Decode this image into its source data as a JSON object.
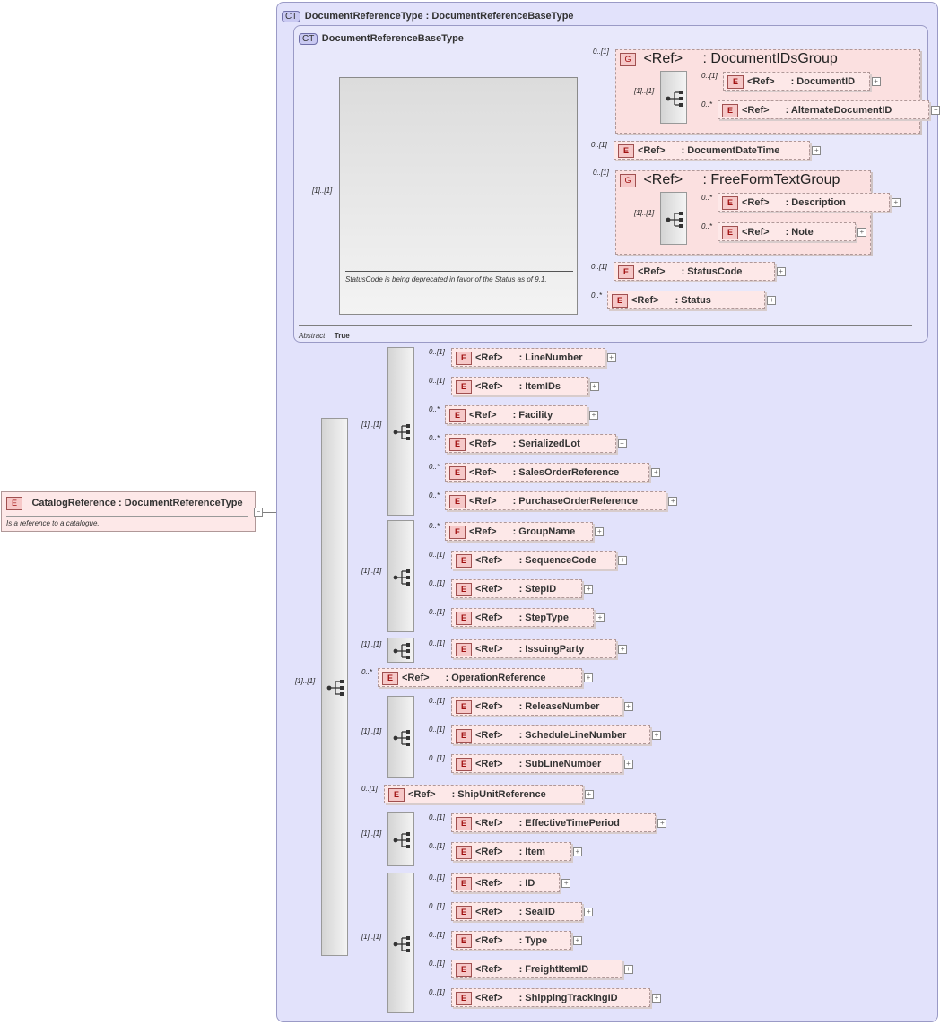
{
  "root": {
    "badge": "E",
    "title": "CatalogReference : DocumentReferenceType",
    "doc": "Is a reference to a catalogue.",
    "collapse": "−"
  },
  "outer_type": {
    "badge": "CT",
    "title": "DocumentReferenceType : DocumentReferenceBaseType"
  },
  "inner_type": {
    "badge": "CT",
    "title": "DocumentReferenceBaseType",
    "annotation": "StatusCode is being deprecated in favor of the Status as of 9.1.",
    "abstract_label": "Abstract",
    "abstract_value": "True"
  },
  "labels": {
    "ref": "<Ref>",
    "e": "E",
    "g": "G",
    "plus": "+"
  },
  "cardinalities": {
    "base_sequence": "[1]..[1]",
    "ext_sequence": "[1]..[1]",
    "doc_ids_group": "0..[1]",
    "doc_ids_seq": "[1]..[1]",
    "free_form_group": "0..[1]",
    "free_form_seq": "[1]..[1]"
  },
  "groups": [
    {
      "id": "docids",
      "name": ": DocumentIDsGroup"
    },
    {
      "id": "freeform",
      "name": ": FreeFormTextGroup"
    }
  ],
  "base_elements": [
    {
      "id": "DocumentID",
      "name": ": DocumentID",
      "card": "0..[1]"
    },
    {
      "id": "AlternateDocumentID",
      "name": ": AlternateDocumentID",
      "card": "0..*"
    },
    {
      "id": "DocumentDateTime",
      "name": ": DocumentDateTime",
      "card": "0..[1]"
    },
    {
      "id": "Description",
      "name": ": Description",
      "card": "0..*"
    },
    {
      "id": "Note",
      "name": ": Note",
      "card": "0..*"
    },
    {
      "id": "StatusCode",
      "name": ": StatusCode",
      "card": "0..[1]"
    },
    {
      "id": "Status",
      "name": ": Status",
      "card": "0..*"
    }
  ],
  "ext_sequences": [
    {
      "id": "s1",
      "card": "[1]..[1]"
    },
    {
      "id": "s2",
      "card": "[1]..[1]"
    },
    {
      "id": "s3",
      "card": "[1]..[1]"
    },
    {
      "id": "s4",
      "card": "[1]..[1]"
    },
    {
      "id": "s5",
      "card": "[1]..[1]"
    },
    {
      "id": "s6",
      "card": "[1]..[1]"
    }
  ],
  "ext_elements": [
    {
      "id": "LineNumber",
      "name": ": LineNumber",
      "card": "0..[1]"
    },
    {
      "id": "ItemIDs",
      "name": ": ItemIDs",
      "card": "0..[1]"
    },
    {
      "id": "Facility",
      "name": ": Facility",
      "card": "0..*"
    },
    {
      "id": "SerializedLot",
      "name": ": SerializedLot",
      "card": "0..*"
    },
    {
      "id": "SalesOrderReference",
      "name": ": SalesOrderReference",
      "card": "0..*"
    },
    {
      "id": "PurchaseOrderReference",
      "name": ": PurchaseOrderReference",
      "card": "0..*"
    },
    {
      "id": "GroupName",
      "name": ": GroupName",
      "card": "0..*"
    },
    {
      "id": "SequenceCode",
      "name": ": SequenceCode",
      "card": "0..[1]"
    },
    {
      "id": "StepID",
      "name": ": StepID",
      "card": "0..[1]"
    },
    {
      "id": "StepType",
      "name": ": StepType",
      "card": "0..[1]"
    },
    {
      "id": "IssuingParty",
      "name": ": IssuingParty",
      "card": "0..[1]"
    },
    {
      "id": "OperationReference",
      "name": ": OperationReference",
      "card": "0..*"
    },
    {
      "id": "ReleaseNumber",
      "name": ": ReleaseNumber",
      "card": "0..[1]"
    },
    {
      "id": "ScheduleLineNumber",
      "name": ": ScheduleLineNumber",
      "card": "0..[1]"
    },
    {
      "id": "SubLineNumber",
      "name": ": SubLineNumber",
      "card": "0..[1]"
    },
    {
      "id": "ShipUnitReference",
      "name": ": ShipUnitReference",
      "card": "0..[1]"
    },
    {
      "id": "EffectiveTimePeriod",
      "name": ": EffectiveTimePeriod",
      "card": "0..[1]"
    },
    {
      "id": "Item",
      "name": ": Item",
      "card": "0..[1]"
    },
    {
      "id": "ID",
      "name": ": ID",
      "card": "0..[1]"
    },
    {
      "id": "SealID",
      "name": ": SealID",
      "card": "0..[1]"
    },
    {
      "id": "Type",
      "name": ": Type",
      "card": "0..[1]"
    },
    {
      "id": "FreightItemID",
      "name": ": FreightItemID",
      "card": "0..[1]"
    },
    {
      "id": "ShippingTrackingID",
      "name": ": ShippingTrackingID",
      "card": "0..[1]"
    }
  ],
  "colors": {
    "type_bg": "#e2e2fb",
    "element_bg": "#fde8e8",
    "element_border": "#b09898",
    "badge": "#f6c8c8"
  }
}
